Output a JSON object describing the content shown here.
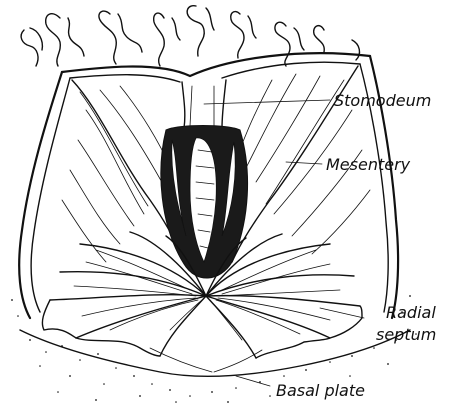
{
  "labels": {
    "stomodeum": "Stomodeum",
    "mesentery": "Mesentery",
    "radial_septum_line1": "Radial",
    "radial_septum_line2": "septum",
    "basal_plate": "Basal plate"
  },
  "colors": {
    "ink": "#111111",
    "paper": "#ffffff",
    "shade": "#1a1a1a"
  }
}
